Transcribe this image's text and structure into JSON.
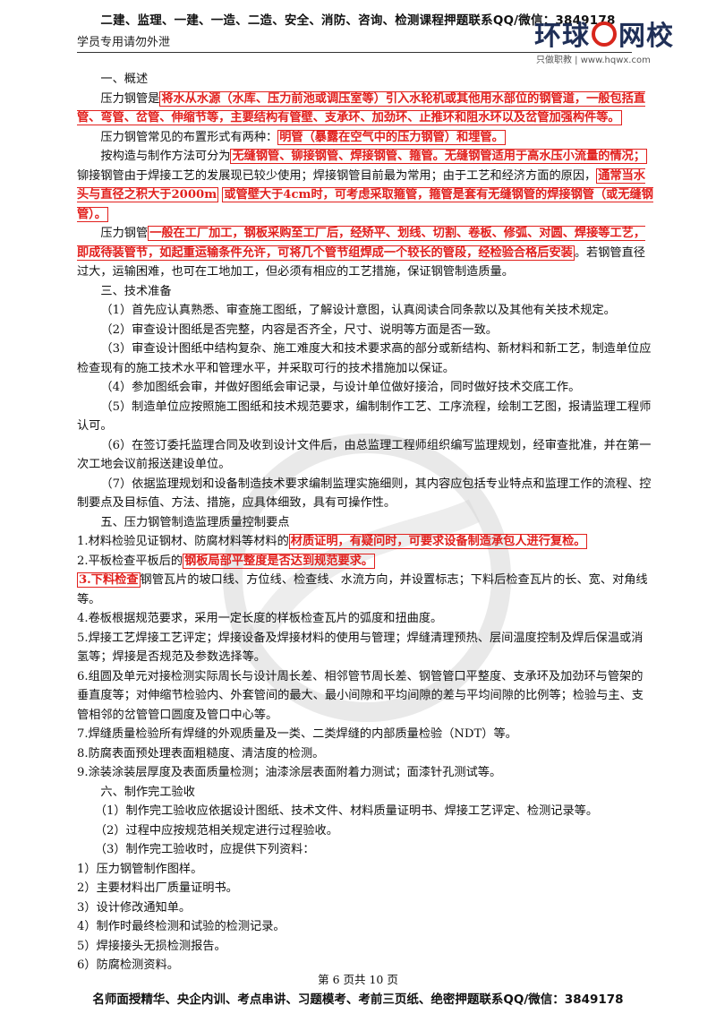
{
  "header": {
    "banner": "二建、监理、一建、一造、二造、安全、消防、咨询、检测课程押题联系QQ/微信：3849178",
    "note": "学员专用请勿外泄",
    "logo_text_a": "环球",
    "logo_text_b": "网校",
    "logo_sub": "只做职教 | www.hqwx.com"
  },
  "sections": {
    "s1_title": "一、概述",
    "p1_a": "压力钢管是",
    "p1_h": "将水从水源（水库、压力前池或调压室等）引入水轮机或其他用水部位的钢管道，一般包括直管、弯管、岔管、伸缩节等，主要结构有管壁、支承环、加劲环、止推环和阻水环以及岔管加强构件等。",
    "p2_a": "压力钢管常见的布置形式有两种：",
    "p2_h": "明管（暴露在空气中的压力钢管）和埋管。",
    "p3_a": "按构造与制作方法可分为",
    "p3_h1": "无缝钢管、铆接钢管、焊接钢管、箍管。无缝钢管适用于高水压小流量的情况；",
    "p3_b": "铆接钢管由于焊接工艺的发展现已较少使用；焊接钢管目前最为常用；由于工艺和经济方面的原因，",
    "p3_h2": "通常当水头与直径之积大于2000m",
    "p3_h3": "或管壁大于4cm时，可考虑采取箍管，箍管是套有无缝钢管的焊接钢管（或无缝钢管）。",
    "p4_a": "压力钢管",
    "p4_h": "一般在工厂加工，钢板采购至工厂后，经矫平、划线、切割、卷板、修弧、对圆、焊接等工艺，即成待装管节，如起重运输条件允许，可将几个管节组焊成一个较长的管段，经检验合格后安装",
    "p4_b": "。若钢管直径过大，运输困难，也可在工地加工，但必须有相应的工艺措施，保证钢管制造质量。",
    "s3_title": "三、技术准备",
    "t1": "（1）首先应认真熟悉、审查施工图纸，了解设计意图，认真阅读合同条款以及其他有关技术规定。",
    "t2": "（2）审查设计图纸是否完整，内容是否齐全，尺寸、说明等方面是否一致。",
    "t3": "（3）审查设计图纸中结构复杂、施工难度大和技术要求高的部分或新结构、新材料和新工艺，制造单位应检查现有的施工技术水平和管理水平，并采取可行的技术措施加以保证。",
    "t4": "（4）参加图纸会审，并做好图纸会审记录，与设计单位做好接洽，同时做好技术交底工作。",
    "t5": "（5）制造单位应按照施工图纸和技术规范要求，编制制作工艺、工序流程，绘制工艺图，报请监理工程师认可。",
    "t6": "（6）在签订委托监理合同及收到设计文件后，由总监理工程师组织编写监理规划，经审查批准，并在第一次工地会议前报送建设单位。",
    "t7": "（7）依据监理规划和设备制造技术要求编制监理实施细则，其内容应包括专业特点和监理工作的流程、控制要点及目标值、方法、措施，应具体细致，具有可操作性。",
    "s5_title": "五、压力钢管制造监理质量控制要点",
    "q1_a": "1.材料检验见证钢材、防腐材料等材料的",
    "q1_h": "材质证明，有疑问时，可要求设备制造承包人进行复检。",
    "q2_a": "2.平板检查平板后的",
    "q2_h": "钢板局部平整度是否达到规范要求。",
    "q3_h": "3.下料检查",
    "q3_b": "钢管瓦片的坡口线、方位线、检查线、水流方向，并设置标志；下料后检查瓦片的长、宽、对角线等。",
    "q4": "4.卷板根据规范要求，采用一定长度的样板检查瓦片的弧度和扭曲度。",
    "q5": "5.焊接工艺焊接工艺评定；焊接设备及焊接材料的使用与管理；焊缝清理预热、层间温度控制及焊后保温或消氢等；焊接是否规范及参数选择等。",
    "q6": "6.组圆及单元对接检测实际周长与设计周长差、相邻管节周长差、钢管管口平整度、支承环及加劲环与管架的垂直度等；对伸缩节检验内、外套管间的最大、最小间隙和平均间隙的差与平均间隙的比例等；检验与主、支管相邻的岔管管口圆度及管口中心等。",
    "q7": "7.焊缝质量检验所有焊缝的外观质量及一类、二类焊缝的内部质量检验（NDT）等。",
    "q8": "8.防腐表面预处理表面粗糙度、清洁度的检测。",
    "q9": "9.涂装涂装层厚度及表面质量检测；油漆涂层表面附着力测试；面漆针孔测试等。",
    "s6_title": "六、制作完工验收",
    "a1": "（1）制作完工验收应依据设计图纸、技术文件、材料质量证明书、焊接工艺评定、检测记录等。",
    "a2": "（2）过程中应按规范相关规定进行过程验收。",
    "a3": "（3）制作完工验收时，应提供下列资料：",
    "l1": "1）压力钢管制作图样。",
    "l2": "2）主要材料出厂质量证明书。",
    "l3": "3）设计修改通知单。",
    "l4": "4）制作时最终检测和试验的检测记录。",
    "l5": "5）焊接接头无损检测报告。",
    "l6": "6）防腐检测资料。"
  },
  "footer": {
    "page": "第 6 页共 10 页",
    "banner": "名师面授精华、央企内训、考点串讲、习题模考、考前三页纸、绝密押题联系QQ/微信：3849178"
  },
  "colors": {
    "highlight": "#e2201d",
    "logo_blue": "#1f2f57",
    "logo_red": "#d8261c"
  }
}
